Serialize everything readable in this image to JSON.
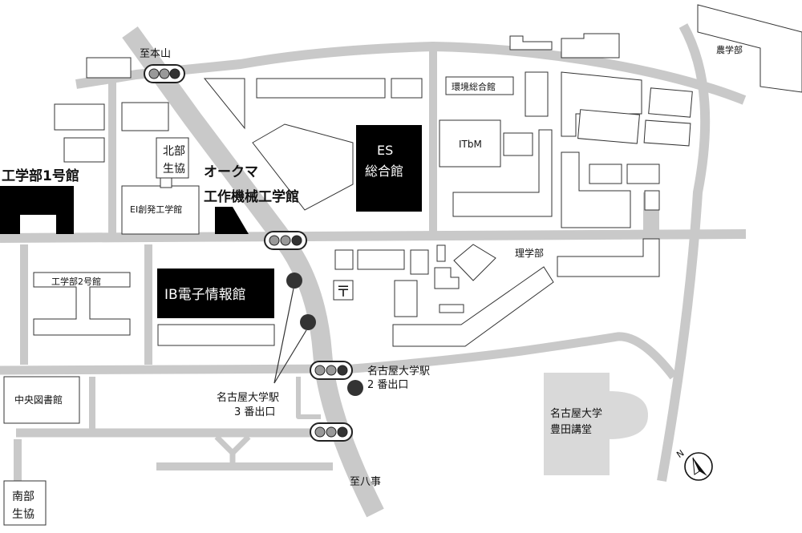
{
  "labels": {
    "to_motoyama": "至本山",
    "to_yagoto": "至八事",
    "agriculture": "農学部",
    "environment_hall": "環境総合館",
    "itbm": "ITbM",
    "es_line1": "ES",
    "es_line2": "総合館",
    "north_coop_line1": "北部",
    "north_coop_line2": "生協",
    "okuma_line1": "オークマ",
    "okuma_line2": "工作機械工学館",
    "eng1": "工学部1号館",
    "ei_hall": "EI創発工学館",
    "eng2": "工学部2号館",
    "ib_hall": "IB電子情報館",
    "science": "理学部",
    "post_office": "〒",
    "exit2_line1": "名古屋大学駅",
    "exit2_line2": "2 番出口",
    "exit3_line1": "名古屋大学駅",
    "exit3_line2": "3 番出口",
    "library": "中央図書館",
    "toyoda_line1": "名古屋大学",
    "toyoda_line2": "豊田講堂",
    "south_coop_line1": "南部",
    "south_coop_line2": "生協",
    "north_mark": "N"
  },
  "colors": {
    "road": "#c9c9c9",
    "highlight_building": "#000000",
    "auditorium": "#d9d9d9",
    "outline": "#333333"
  }
}
